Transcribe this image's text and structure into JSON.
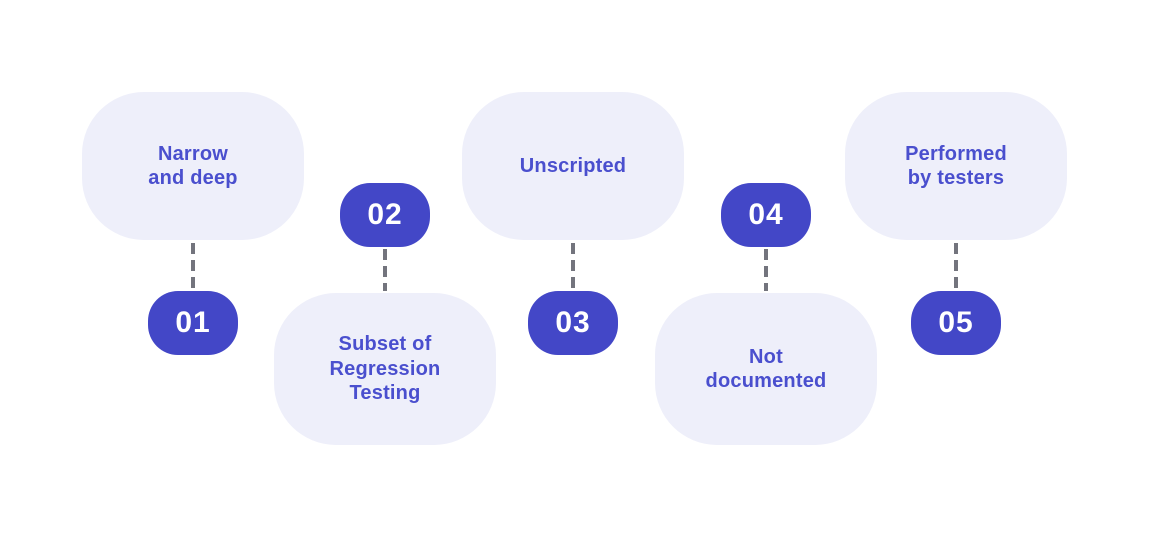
{
  "diagram": {
    "type": "numbered-steps-infographic",
    "topic": "Characteristics (alternating step diagram)",
    "colors": {
      "accent": "#4347C7",
      "bubble_bg": "#EEEFFA",
      "label_text": "#4A4FCE",
      "connector": "#73747D",
      "number_text": "#FFFFFF",
      "page_bg": "#FFFFFF"
    },
    "steps": [
      {
        "number": "01",
        "label": "Narrow\nand deep",
        "bubble_position": "top"
      },
      {
        "number": "02",
        "label": "Subset of\nRegression\nTesting",
        "bubble_position": "bottom"
      },
      {
        "number": "03",
        "label": "Unscripted",
        "bubble_position": "top"
      },
      {
        "number": "04",
        "label": "Not\ndocumented",
        "bubble_position": "bottom"
      },
      {
        "number": "05",
        "label": "Performed\nby testers",
        "bubble_position": "top"
      }
    ]
  }
}
